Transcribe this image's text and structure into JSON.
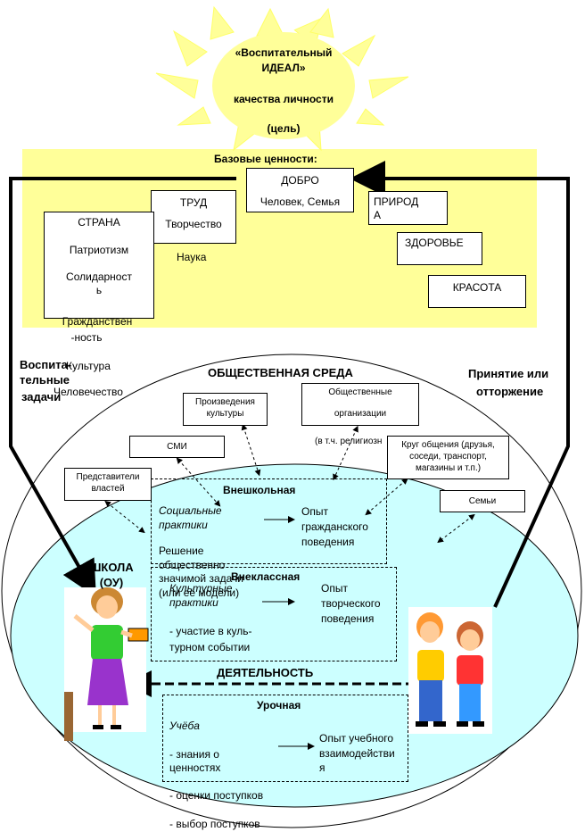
{
  "sun": {
    "line1": "«Воспитательный",
    "line2": "ИДЕАЛ»",
    "line3": "качества личности",
    "line4": "(цель)"
  },
  "base_values": {
    "title": "Базовые ценности:",
    "dobro": {
      "title": "ДОБРО",
      "sub": "Человек, Семья"
    },
    "trud": {
      "title": "ТРУД",
      "sub": "Творчество",
      "extra": "Наука"
    },
    "strana": {
      "title": "СТРАНА",
      "l1": "Патриотизм",
      "l2": "Солидарност",
      "l3": "ь",
      "l4": "Гражданствен",
      "l5": "-ность",
      "l6": "Культура",
      "l7": "Человечество"
    },
    "priroda": {
      "l1": "ПРИРОД",
      "l2": "А"
    },
    "zdorovie": "ЗДОРОВЬЕ",
    "krasota": "КРАСОТА"
  },
  "side_labels": {
    "left_l1": "Воспита-",
    "left_l2": "тельные",
    "left_l3": "задачи",
    "right_l1": "Принятие или",
    "right_l2": "отторжение"
  },
  "environment": {
    "title": "ОБЩЕСТВЕННАЯ СРЕДА",
    "culture_works": {
      "l1": "Произведения",
      "l2": "культуры"
    },
    "public_orgs": {
      "l1": "Общественные",
      "l2": "организации",
      "l3": "(в т.ч. религиозн"
    },
    "media": "СМИ",
    "authorities": {
      "l1": "Представители",
      "l2": "властей"
    },
    "circle": {
      "l1": "Круг общения (друзья,",
      "l2": "соседи, транспорт,",
      "l3": "магазины и т.п.)"
    },
    "family": "Семьи"
  },
  "school": {
    "title_l1": "ШКОЛА",
    "title_l2": "(ОУ)",
    "activity": "ДЕЯТЕЛЬНОСТЬ"
  },
  "extracurricular_out": {
    "title": "Внешкольная",
    "practice_l1": "Социальные",
    "practice_l2": "практики",
    "result_l1": "Опыт",
    "result_l2": "гражданского",
    "result_l3": "поведения",
    "d1": "Решение",
    "d2": "общественно",
    "d3": "значимой задачи",
    "d4": "(или её модели)"
  },
  "extracurricular_in": {
    "title": "Внеклассная",
    "practice_l1": "Культурные",
    "practice_l2": "практики",
    "result_l1": "Опыт",
    "result_l2": "творческого",
    "result_l3": "поведения",
    "d1": "- участие в куль-",
    "d2": "турном событии"
  },
  "lesson": {
    "title": "Урочная",
    "practice": "Учёба",
    "result_l1": "Опыт  учебного",
    "result_l2": "взаимодействи",
    "result_l3": "я",
    "d1": "- знания о",
    "d2": "ценностях",
    "d3": "- оценки поступков",
    "d4": "- выбор поступков"
  },
  "colors": {
    "sun": "#ffff99",
    "school": "#ccffff",
    "stroke": "#000000"
  }
}
